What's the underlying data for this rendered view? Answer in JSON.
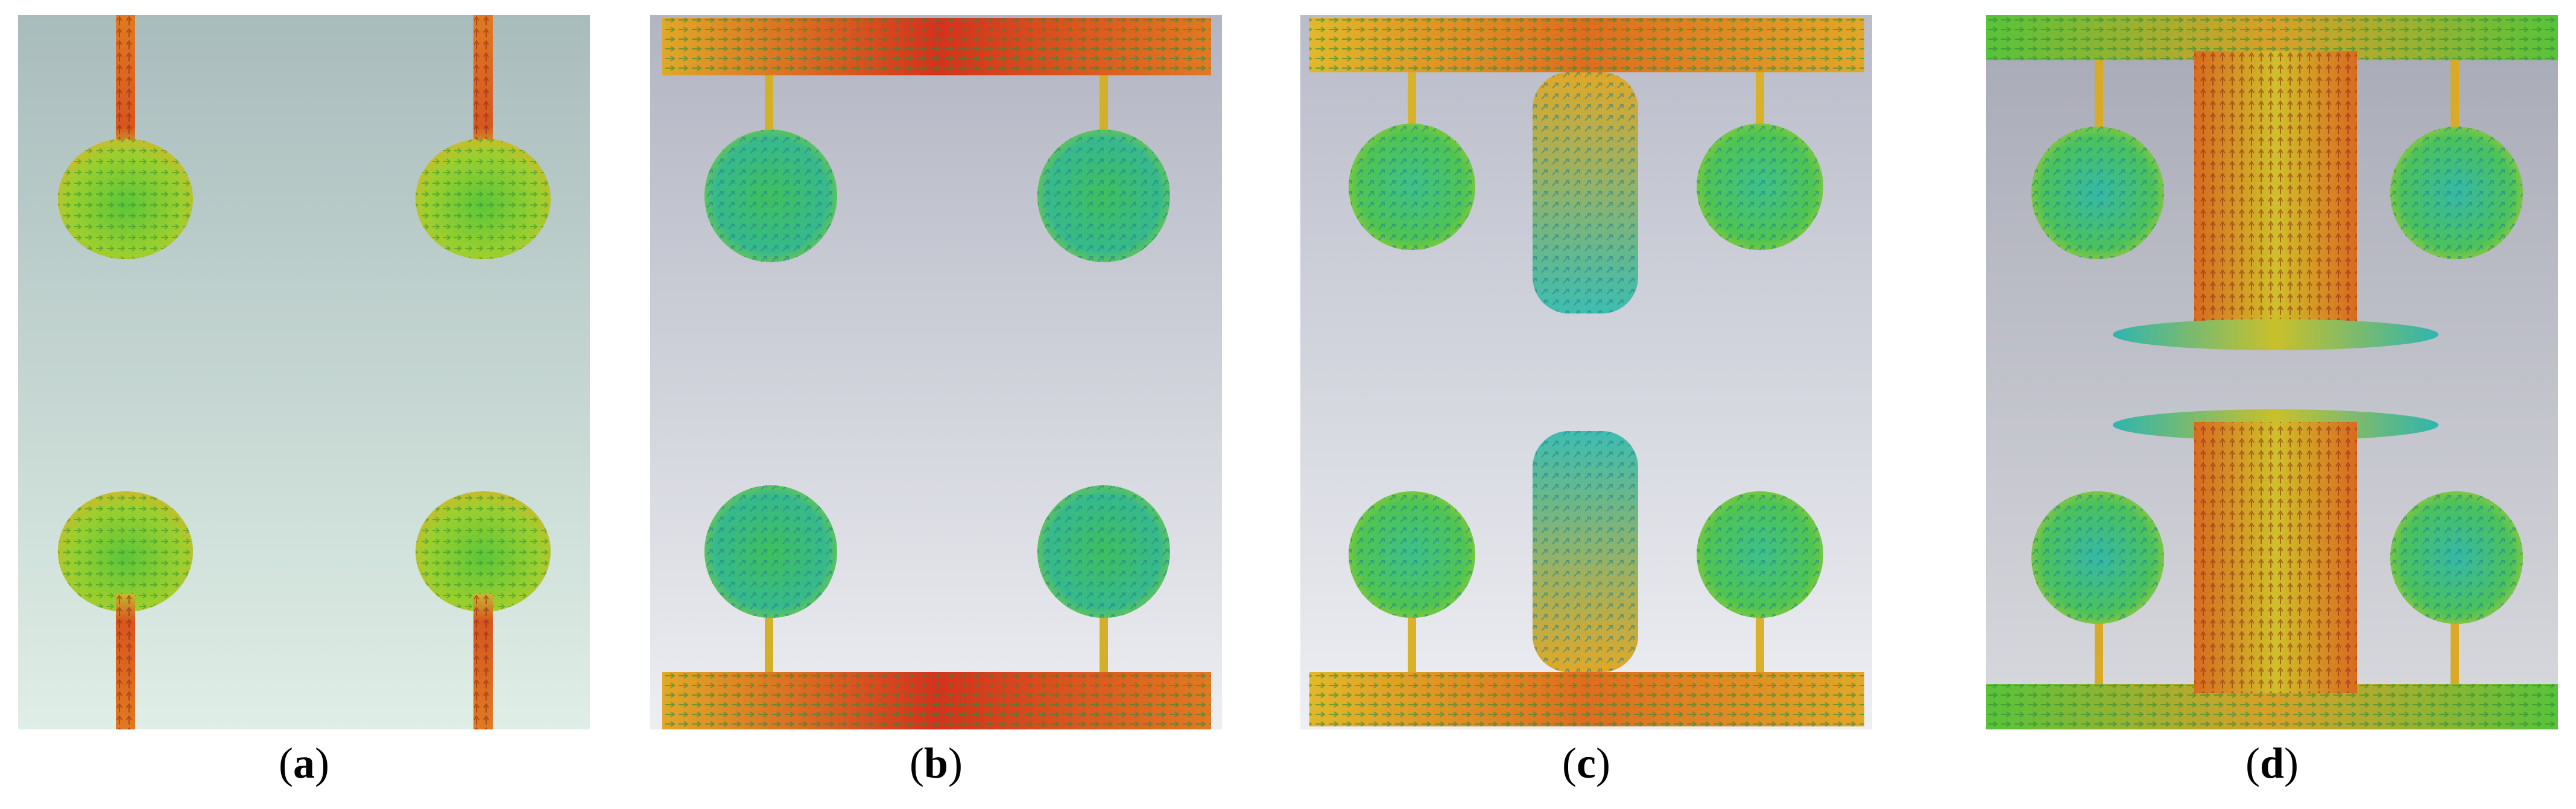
{
  "figure": {
    "panels": [
      {
        "id": "a",
        "caption_open": "(",
        "caption_letter": "a",
        "caption_close": ")"
      },
      {
        "id": "b",
        "caption_open": "(",
        "caption_letter": "b",
        "caption_close": ")"
      },
      {
        "id": "c",
        "caption_open": "(",
        "caption_letter": "c",
        "caption_close": ")"
      },
      {
        "id": "d",
        "caption_open": "(",
        "caption_letter": "d",
        "caption_close": ")"
      }
    ],
    "colors": {
      "panel_a_bg_top": "#a9bcbc",
      "panel_a_bg_bottom": "#dfeee6",
      "panel_bg_top": "#b2b5c2",
      "panel_bg_bottom": "#edeef2",
      "current_high": "#d4341c",
      "current_mid_high": "#e07a22",
      "current_mid": "#d2c22a",
      "current_mid_low": "#55c436",
      "current_low": "#2fb5b9"
    }
  }
}
